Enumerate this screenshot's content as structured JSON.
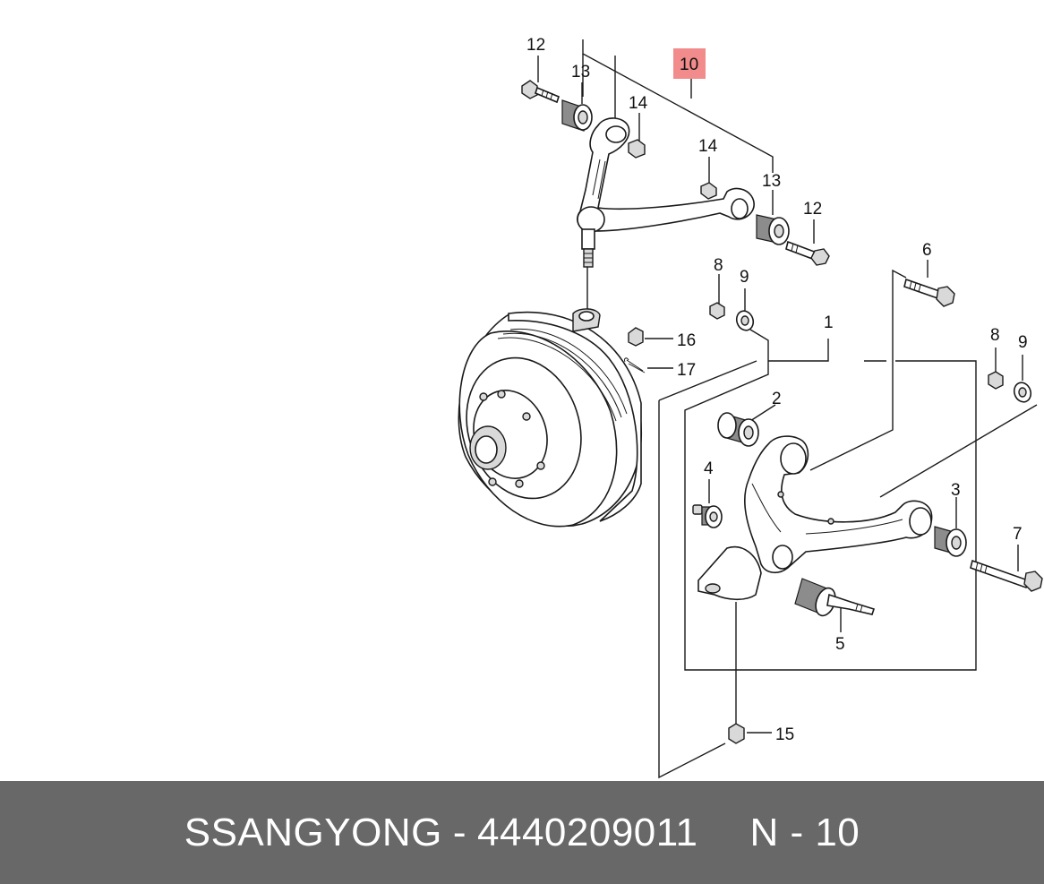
{
  "diagram": {
    "highlight_color": "#f28b8b",
    "labels": {
      "p1": "1",
      "p2": "2",
      "p3": "3",
      "p4": "4",
      "p5": "5",
      "p6": "6",
      "p7": "7",
      "p8a": "8",
      "p8b": "8",
      "p9a": "9",
      "p9b": "9",
      "p10": "10",
      "p12a": "12",
      "p12b": "12",
      "p13a": "13",
      "p13b": "13",
      "p14a": "14",
      "p14b": "14",
      "p15": "15",
      "p16": "16",
      "p17": "17"
    }
  },
  "footer": {
    "brand": "SSANGYONG",
    "separator": "-",
    "part_number": "4440209011",
    "page_code": "N - 10",
    "background": "#686868"
  }
}
